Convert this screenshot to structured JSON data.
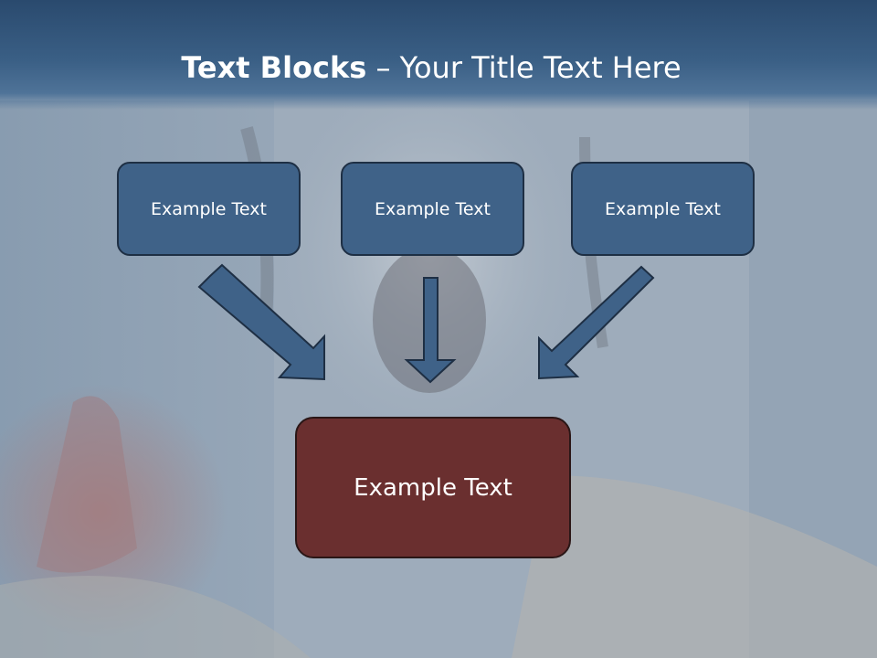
{
  "slide": {
    "title_bold": "Text Blocks",
    "title_sep": " – ",
    "title_rest": "Your Title Text Here",
    "boxes": [
      {
        "label": "Example Text"
      },
      {
        "label": "Example Text"
      },
      {
        "label": "Example Text"
      }
    ],
    "result_box": {
      "label": "Example Text"
    }
  },
  "colors": {
    "title_bar": "#3a5f85",
    "box_fill": "#3f6288",
    "result_fill": "#6a2f2f",
    "arrow_fill": "#3f6288"
  }
}
